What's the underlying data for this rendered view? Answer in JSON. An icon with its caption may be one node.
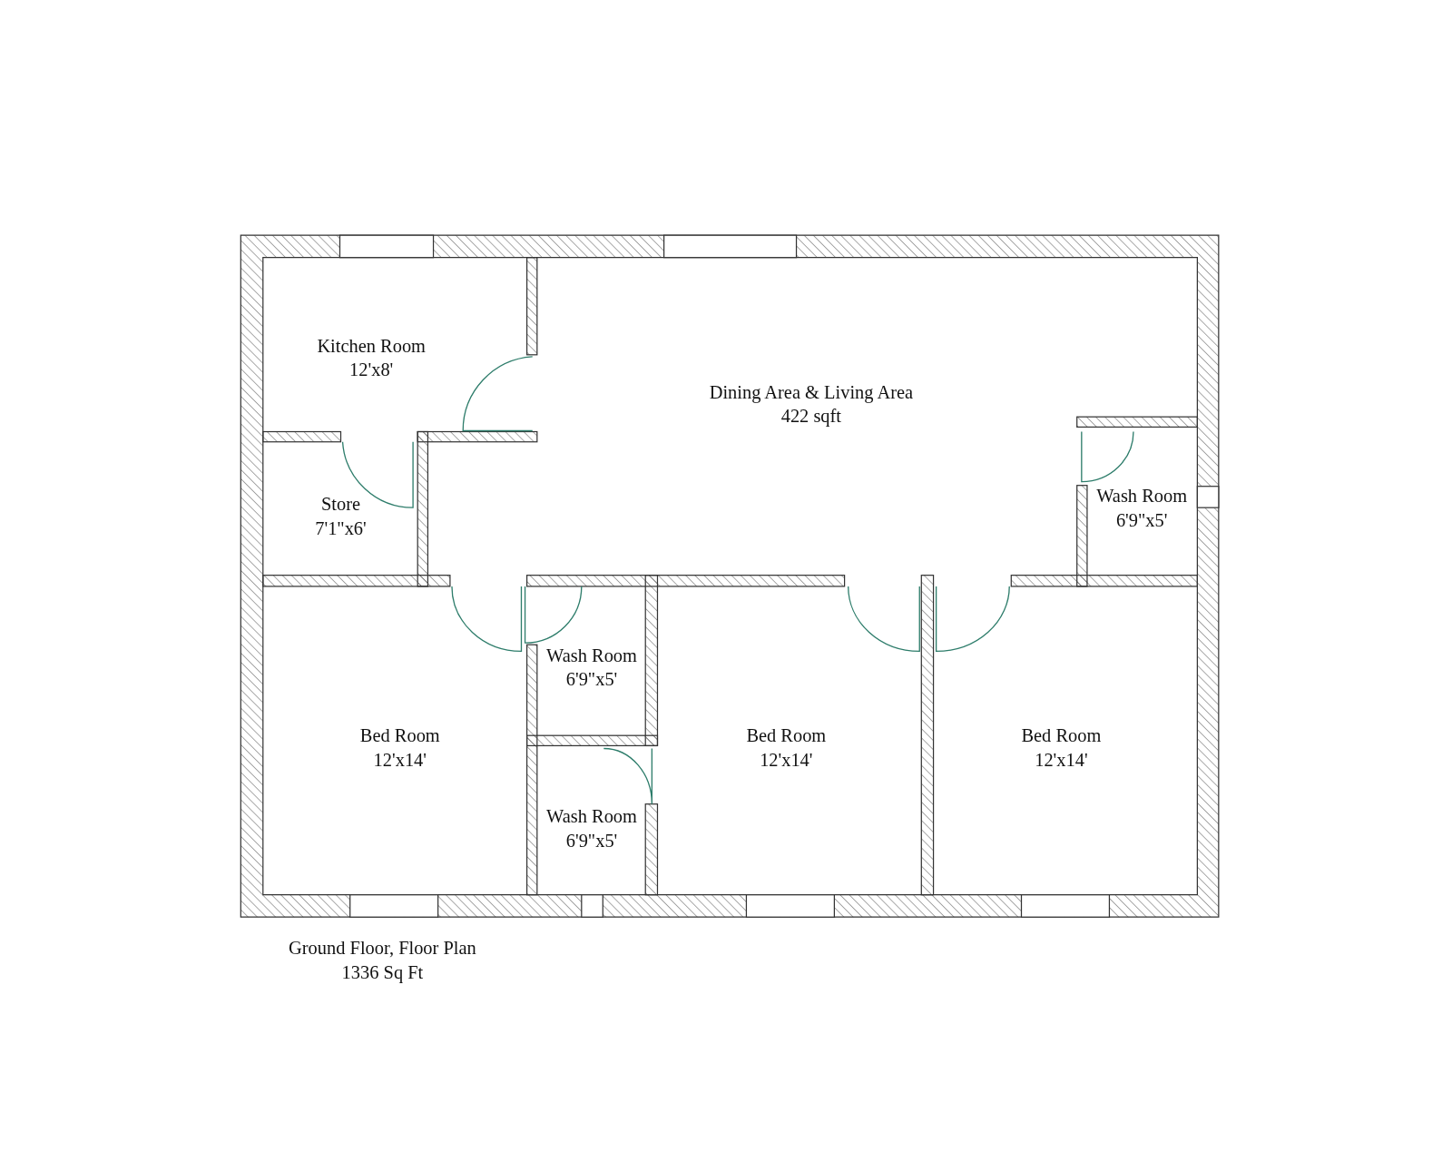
{
  "diagram": {
    "nodes": [
      {
        "text": [
          "Kitchen Room",
          "12'x8'"
        ]
      },
      {
        "text": [
          "Dining Area & Living Area",
          "422 sqft"
        ]
      },
      {
        "text": [
          "Wash Room",
          "6'9\"x5'"
        ]
      },
      {
        "text": [
          "Store",
          "7'1\"x6'"
        ]
      },
      {
        "text": [
          "Wash Room",
          "6'9\"x5'"
        ]
      },
      {
        "text": [
          "Bed Room",
          "12'x14'"
        ]
      },
      {
        "text": [
          "Bed Room",
          "12'x14'"
        ]
      },
      {
        "text": [
          "Bed Room",
          "12'x14'"
        ]
      },
      {
        "text": [
          "Wash Room",
          "6'9\"x5'"
        ]
      }
    ],
    "labels": [
      "Ground Floor, Floor Plan",
      "1336 Sq Ft"
    ]
  }
}
